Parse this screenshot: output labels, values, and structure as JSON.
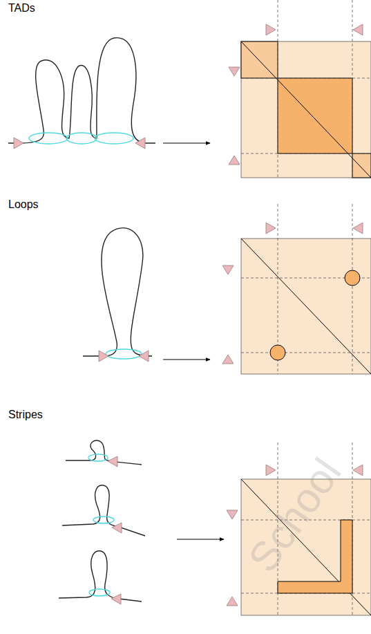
{
  "diagram": {
    "labels": [
      "TADs",
      "Loops",
      "Stripes",
      "School"
    ]
  }
}
